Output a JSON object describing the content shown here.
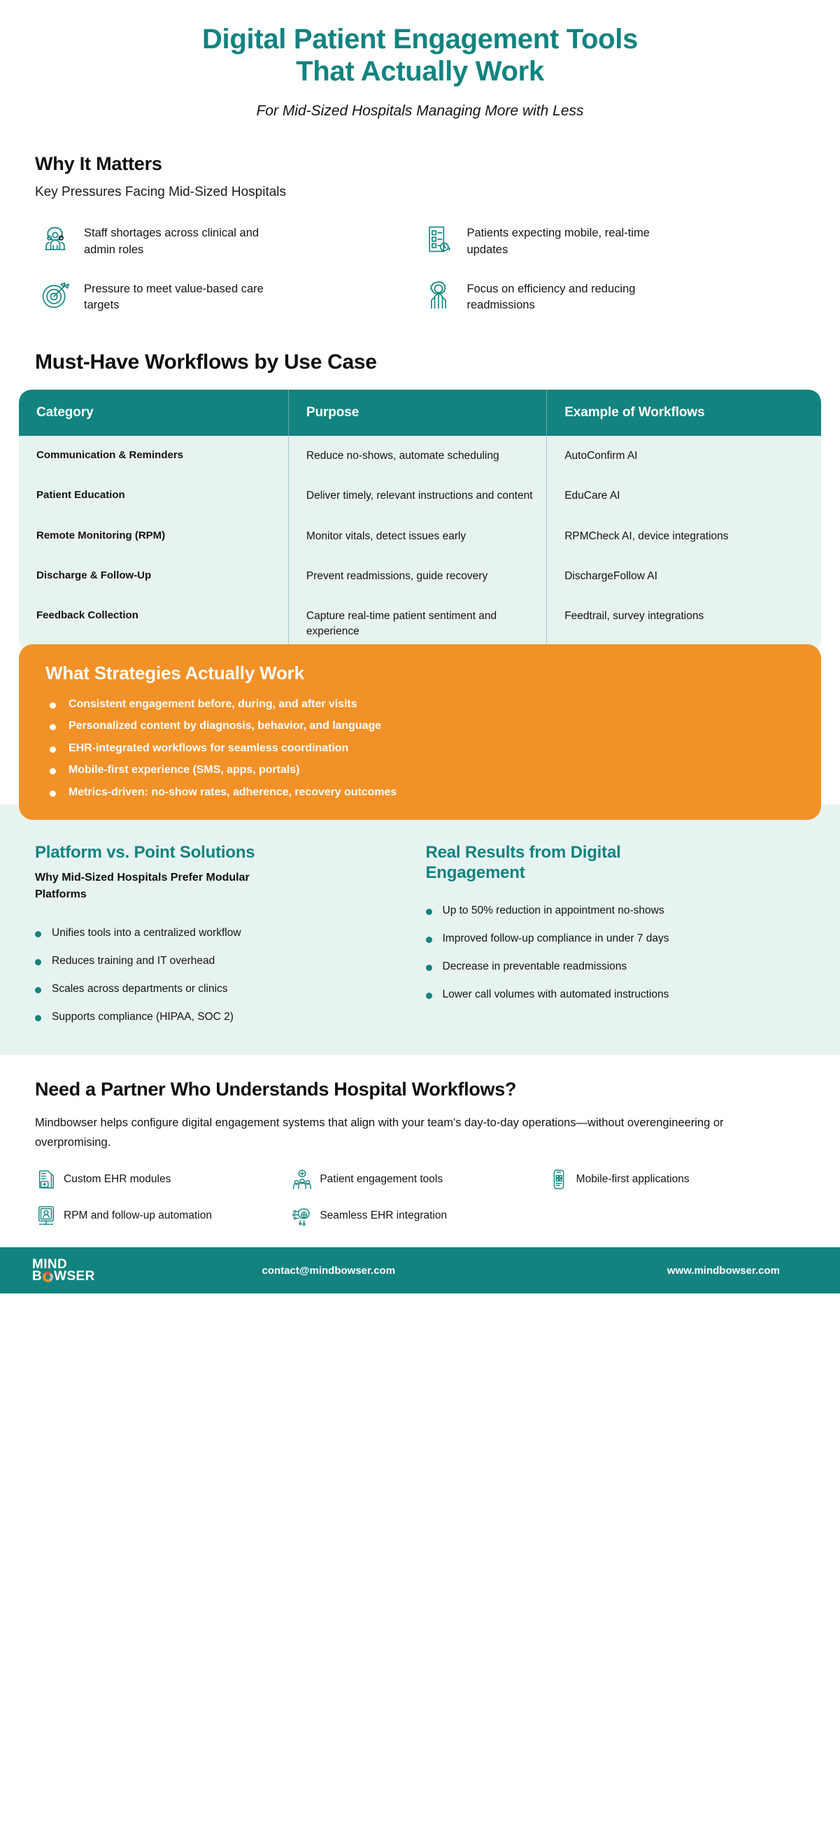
{
  "hero": {
    "title_line1": "Digital Patient Engagement Tools",
    "title_line2": "That Actually Work",
    "subtitle": "For Mid-Sized Hospitals Managing More with Less",
    "accent_color": "#12837F"
  },
  "why": {
    "heading": "Why It Matters",
    "subheading": "Key Pressures Facing Mid-Sized Hospitals",
    "pressures": [
      {
        "icon": "staff-gear-icon",
        "text": "Staff shortages across clinical and admin roles"
      },
      {
        "icon": "checklist-clock-icon",
        "text": "Patients expecting mobile, real-time updates"
      },
      {
        "icon": "target-arrow-icon",
        "text": "Pressure to meet value-based care targets"
      },
      {
        "icon": "gear-growth-icon",
        "text": "Focus on efficiency and reducing readmissions"
      }
    ]
  },
  "workflows": {
    "heading": "Must-Have Workflows by Use Case",
    "header_bg": "#12837F",
    "body_bg": "#E7F3F1",
    "columns": [
      "Category",
      "Purpose",
      "Example of Workflows"
    ],
    "rows": [
      {
        "category": "Communication & Reminders",
        "purpose": "Reduce no-shows, automate scheduling",
        "example": "AutoConfirm AI"
      },
      {
        "category": "Patient Education",
        "purpose": "Deliver timely, relevant instructions and content",
        "example": "EduCare AI"
      },
      {
        "category": "Remote Monitoring (RPM)",
        "purpose": "Monitor vitals, detect issues early",
        "example": "RPMCheck AI, device integrations"
      },
      {
        "category": "Discharge & Follow-Up",
        "purpose": "Prevent readmissions, guide recovery",
        "example": "DischargeFollow AI"
      },
      {
        "category": "Feedback Collection",
        "purpose": "Capture real-time patient sentiment and experience",
        "example": "Feedtrail, survey integrations"
      }
    ]
  },
  "strategies": {
    "heading": "What Strategies Actually Work",
    "bg_color": "#F29128",
    "items": [
      "Consistent engagement before, during, and after visits",
      "Personalized content by diagnosis, behavior, and language",
      "EHR-integrated workflows for seamless coordination",
      "Mobile-first experience (SMS, apps, portals)",
      "Metrics-driven: no-show rates, adherence, recovery outcomes"
    ]
  },
  "comparison": {
    "band_bg": "#E7F3F1",
    "left": {
      "heading": "Platform vs. Point Solutions",
      "subheading": "Why Mid-Sized Hospitals Prefer Modular Platforms",
      "items": [
        "Unifies tools into a centralized workflow",
        "Reduces training and IT overhead",
        "Scales across departments or clinics",
        "Supports compliance (HIPAA, SOC 2)"
      ]
    },
    "right": {
      "heading": "Real Results from Digital Engagement",
      "items": [
        "Up to 50% reduction in appointment no-shows",
        "Improved follow-up compliance in under 7 days",
        "Decrease in preventable readmissions",
        "Lower call volumes with automated instructions"
      ]
    }
  },
  "cta": {
    "heading": "Need a Partner Who Understands Hospital Workflows?",
    "body": "Mindbowser helps configure digital engagement systems that align with your team's day-to-day operations—without overengineering or overpromising.",
    "services": [
      {
        "icon": "ehr-folder-icon",
        "label": "Custom EHR modules"
      },
      {
        "icon": "patient-group-icon",
        "label": "Patient engagement tools"
      },
      {
        "icon": "mobile-phone-icon",
        "label": "Mobile-first applications"
      },
      {
        "icon": "rpm-monitor-icon",
        "label": "RPM and follow-up automation"
      },
      {
        "icon": "gear-circuit-icon",
        "label": "Seamless EHR integration"
      }
    ]
  },
  "footer": {
    "bg_color": "#12837F",
    "logo_line1": "MIND",
    "logo_line2_a": "B",
    "logo_line2_b": "WSER",
    "email": "contact@mindbowser.com",
    "website": "www.mindbowser.com"
  }
}
